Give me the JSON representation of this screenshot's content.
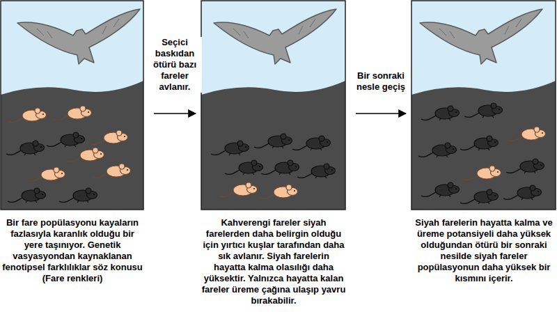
{
  "diagram": {
    "nodes": [
      {
        "text": [
          "Bir fare popülasyonu kayaların fazlasıyla karanlık olduğu bir yere taşınıyor. Genetik vasyasyondan kaynaklanan fenotipsel farklılıklar söz konusu (Fare renkleri)"
        ]
      },
      {
        "text": [
          "Kahverengi fareler siyah farelerden daha belirgin olduğu için yırtıcı kuşlar tarafından daha sık avlanır. Siyah farelerin hayatta kalma olasılığı daha yüksektir. Yalnızca hayatta kalan fareler üreme çağına ulaşıp yavru bırakabilir."
        ]
      },
      {
        "text": [
          "Siyah farelerin hayatta kalma ve üreme potansiyeli daha yüksek olduğundan ötürü bir sonraki nesilde siyah fareler popülasyonun daha yüksek bir kısmını içerir."
        ]
      }
    ],
    "edges": [
      {
        "from": 0,
        "to": 1,
        "label": "Seçici baskıdan ötürü bazı fareler avlanır.",
        "arrow": "to"
      },
      {
        "from": 1,
        "to": 2,
        "label": "Bir sonraki nesle geçiş",
        "arrow": "to"
      }
    ]
  }
}
